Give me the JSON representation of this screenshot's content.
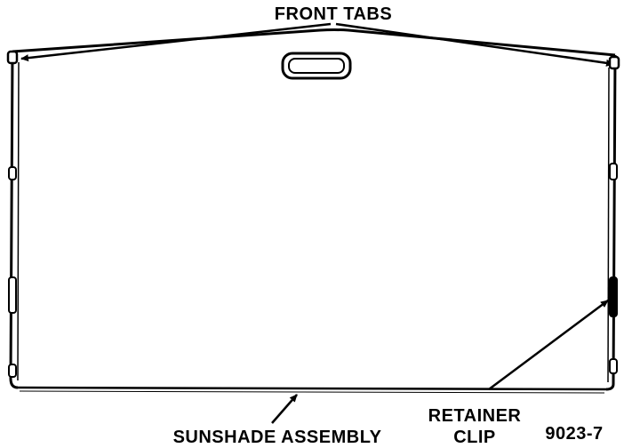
{
  "labels": {
    "front_tabs": "FRONT TABS",
    "sunshade_assembly": "SUNSHADE ASSEMBLY",
    "retainer_line1": "RETAINER",
    "retainer_line2": "CLIP",
    "figure_number": "9023-7"
  },
  "colors": {
    "ink": "#000000",
    "paper": "#ffffff"
  }
}
